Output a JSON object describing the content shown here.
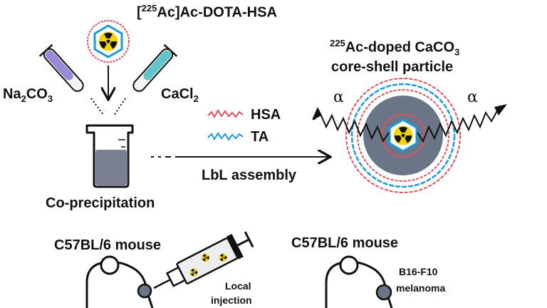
{
  "title": {
    "iso": "225",
    "text": "Ac]Ac-DOTA-HSA"
  },
  "reagents": {
    "left": {
      "base": "Na",
      "sub1": "2",
      "mid": "CO",
      "sub2": "3"
    },
    "right": {
      "base": "CaCl",
      "sub1": "2"
    }
  },
  "coprecipitation_label": "Co-precipitation",
  "particle_title": {
    "iso": "225",
    "line1_rest": "Ac-doped CaCO",
    "sub": "3",
    "line2": "core-shell particle"
  },
  "legend": [
    {
      "label": "HSA",
      "color": "#e2505e"
    },
    {
      "label": "TA",
      "color": "#1a9ad6"
    }
  ],
  "assembly_label": "LbL assembly",
  "alpha_symbol": "α",
  "mouse_left": {
    "title": "C57BL/6 mouse",
    "note_line1": "Local",
    "note_line2": "injection"
  },
  "mouse_right": {
    "title": "C57BL/6 mouse",
    "note_line1": "B16-F10",
    "note_line2": "melanoma"
  },
  "colors": {
    "hsa": "#e2505e",
    "ta": "#1a9ad6",
    "core": "#6b7588",
    "radiation": "#f4d400",
    "test_tube": "#9a88d8",
    "test_tube_right": "#5ec6c6"
  }
}
